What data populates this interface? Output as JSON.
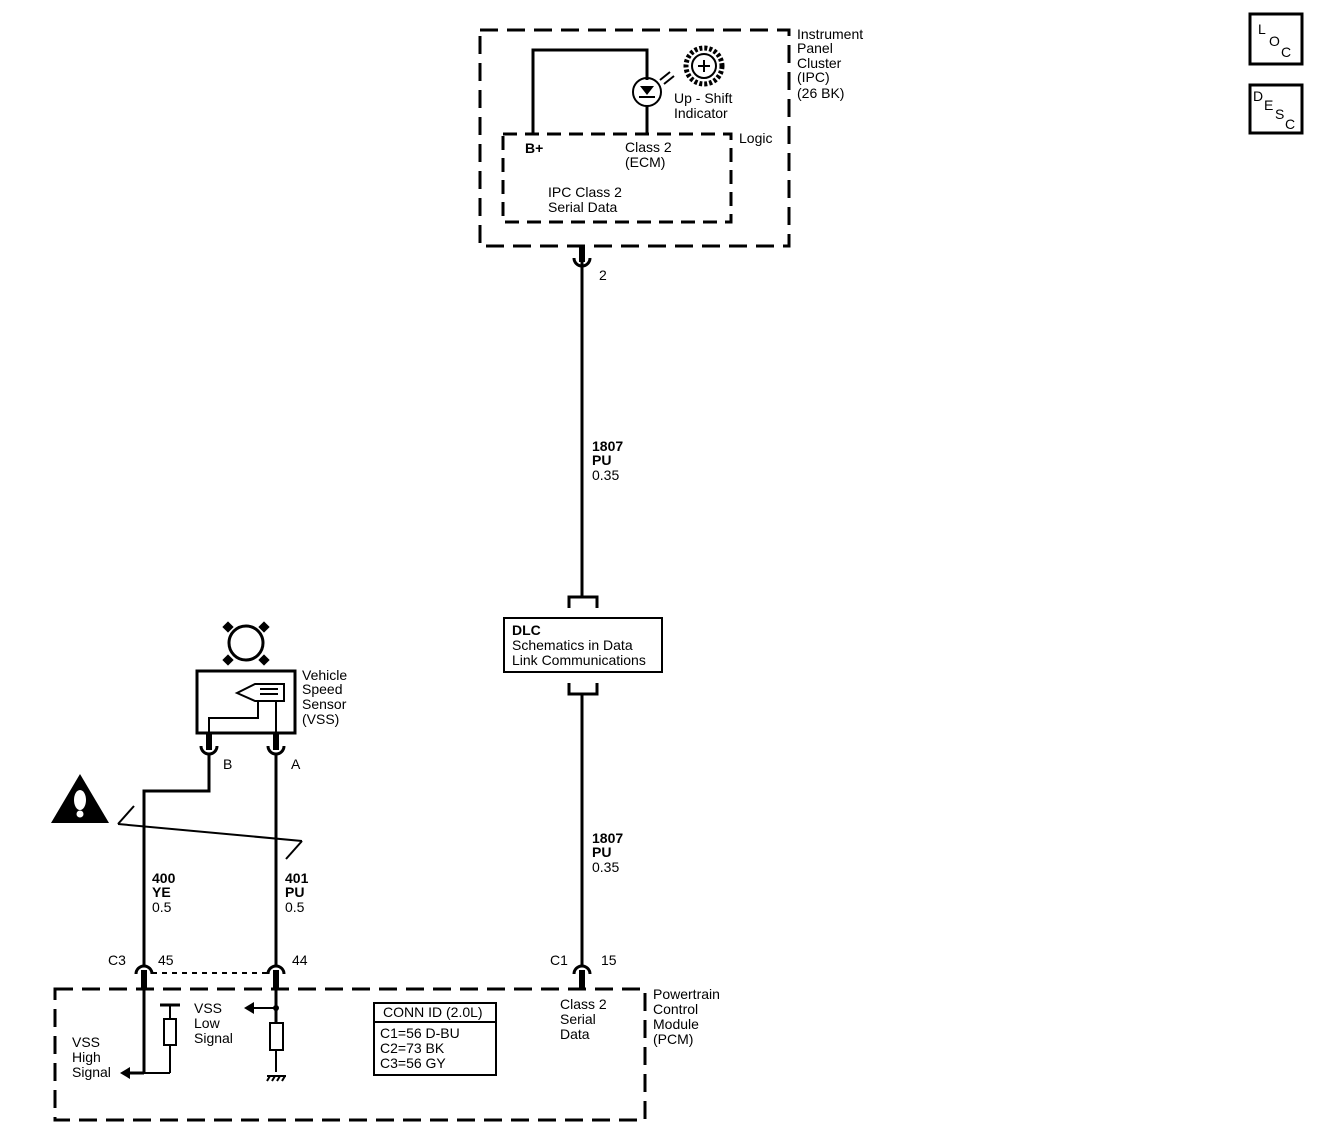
{
  "nav": {
    "loc": [
      "L",
      "O",
      "C"
    ],
    "desc": [
      "D",
      "E",
      "S",
      "C"
    ]
  },
  "ipc": {
    "label": [
      "Instrument",
      "Panel",
      "Cluster",
      "(IPC)",
      "(26 BK)"
    ],
    "logic": "Logic",
    "bplus": "B+",
    "class2": [
      "Class 2",
      "(ECM)"
    ],
    "serial": [
      "IPC Class 2",
      "Serial Data"
    ],
    "indicator": [
      "Up - Shift",
      "Indicator"
    ],
    "pin": "2"
  },
  "wire_upper": [
    "1807",
    "PU",
    "0.35"
  ],
  "dlc": [
    "DLC",
    "Schematics in Data",
    "Link Communications"
  ],
  "wire_lower": [
    "1807",
    "PU",
    "0.35"
  ],
  "vss": {
    "label": [
      "Vehicle",
      "Speed",
      "Sensor",
      "(VSS)"
    ],
    "pin_b": "B",
    "pin_a": "A"
  },
  "wire_400": [
    "400",
    "YE",
    "0.5"
  ],
  "wire_401": [
    "401",
    "PU",
    "0.5"
  ],
  "pcm": {
    "label": [
      "Powertrain",
      "Control",
      "Module",
      "(PCM)"
    ],
    "conn_c3": "C3",
    "pin_45": "45",
    "pin_44": "44",
    "conn_c1": "C1",
    "pin_15": "15",
    "class2": [
      "Class 2",
      "Serial",
      "Data"
    ],
    "vss_low": [
      "VSS",
      "Low",
      "Signal"
    ],
    "vss_high": [
      "VSS",
      "High",
      "Signal"
    ]
  },
  "conn_id": {
    "title": "CONN ID (2.0L)",
    "rows": [
      "C1=56 D-BU",
      "C2=73 BK",
      "C3=56 GY"
    ]
  },
  "icons": [
    "lamp-icon",
    "gear-icon",
    "sensor-icon",
    "warning-icon",
    "ground-icon",
    "shield-icon"
  ]
}
